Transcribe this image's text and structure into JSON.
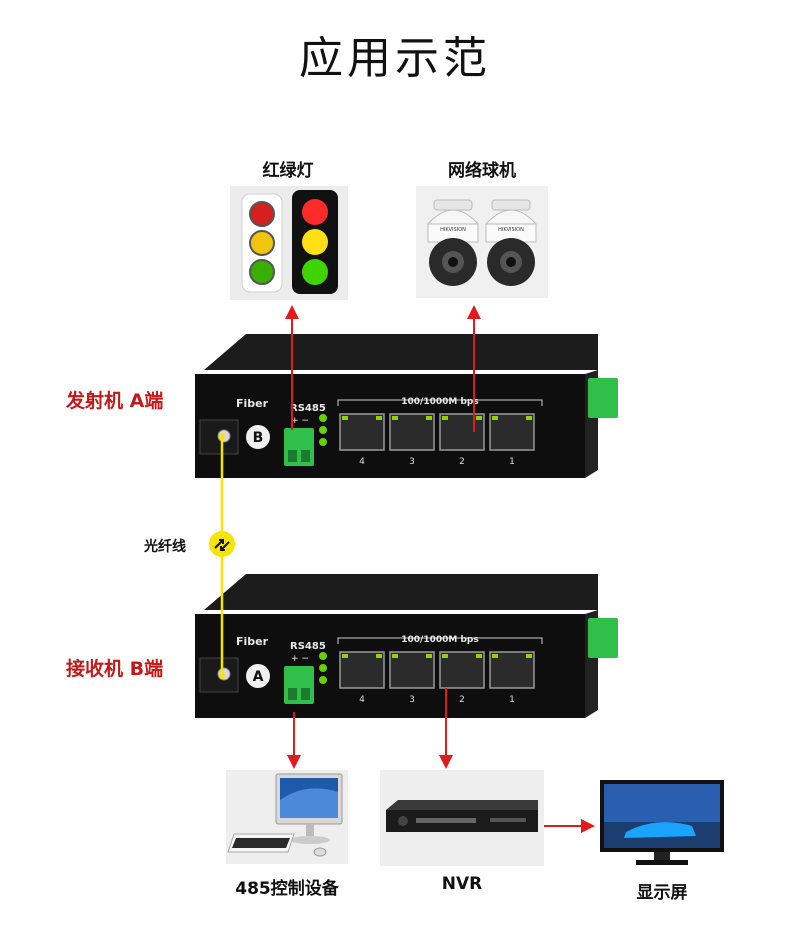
{
  "page_title": "应用示范",
  "top_devices": {
    "traffic_light_label": "红绿灯",
    "camera_label": "网络球机",
    "camera_brand": "HIKVISION"
  },
  "switch_a": {
    "side_label": "发射机 A端",
    "fiber_label": "Fiber",
    "port_badge": "B",
    "rs485_label": "RS485",
    "rs485_polarity": "+  −",
    "speed_label": "100/1000M bps",
    "port_numbers": [
      "4",
      "3",
      "2",
      "1"
    ]
  },
  "switch_b": {
    "side_label": "接收机 B端",
    "fiber_label": "Fiber",
    "port_badge": "A",
    "rs485_label": "RS485",
    "rs485_polarity": "+  −",
    "speed_label": "100/1000M bps",
    "port_numbers": [
      "4",
      "3",
      "2",
      "1"
    ]
  },
  "fiber_cable_label": "光纤线",
  "bottom_devices": {
    "controller_label": "485控制设备",
    "nvr_label": "NVR",
    "display_label": "显示屏"
  },
  "colors": {
    "arrow": "#e01b1b",
    "fiber": "#f5e500",
    "accent_label": "#c21a1a",
    "terminal": "#2fbf4a"
  }
}
